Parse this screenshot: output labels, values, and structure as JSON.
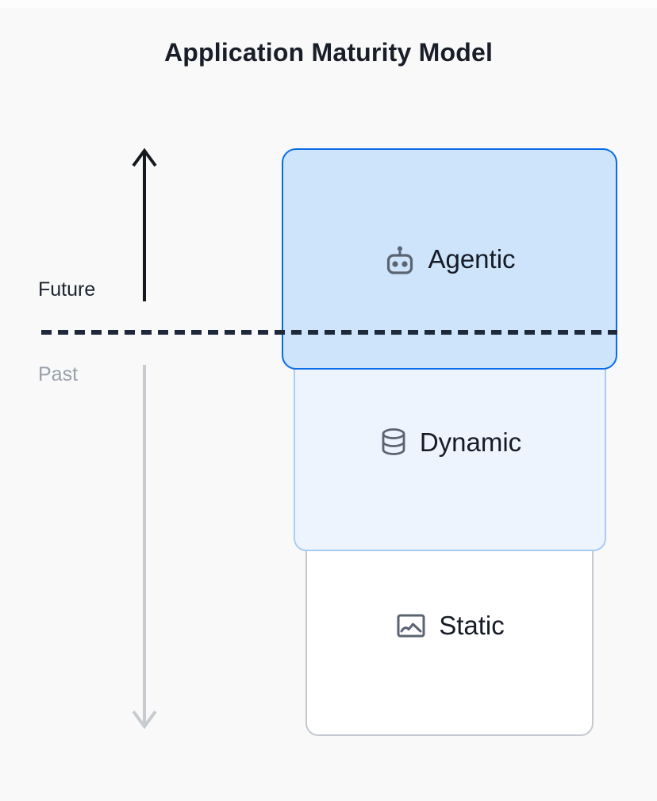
{
  "page": {
    "title": "Application Maturity Model",
    "background_color": "#f9f9fa"
  },
  "timeline": {
    "future_label": "Future",
    "past_label": "Past",
    "future_label_color": "#1d2430",
    "past_label_color": "#99a1ab",
    "up_arrow_color": "#16191f",
    "down_arrow_color": "#c7cbd0",
    "divider_color": "#1e2a3b",
    "divider_style": "dashed"
  },
  "stack": {
    "items": [
      {
        "label": "Agentic",
        "icon": "robot-icon",
        "fill": "#cde4fa",
        "border": "#0a6ce6",
        "icon_color": "#5b6472"
      },
      {
        "label": "Dynamic",
        "icon": "database-icon",
        "fill": "#eef4fd",
        "border": "#a5cdf4",
        "icon_color": "#5b6472"
      },
      {
        "label": "Static",
        "icon": "image-icon",
        "fill": "#ffffff",
        "border": "#c5c9cf",
        "icon_color": "#5b6472"
      }
    ]
  }
}
